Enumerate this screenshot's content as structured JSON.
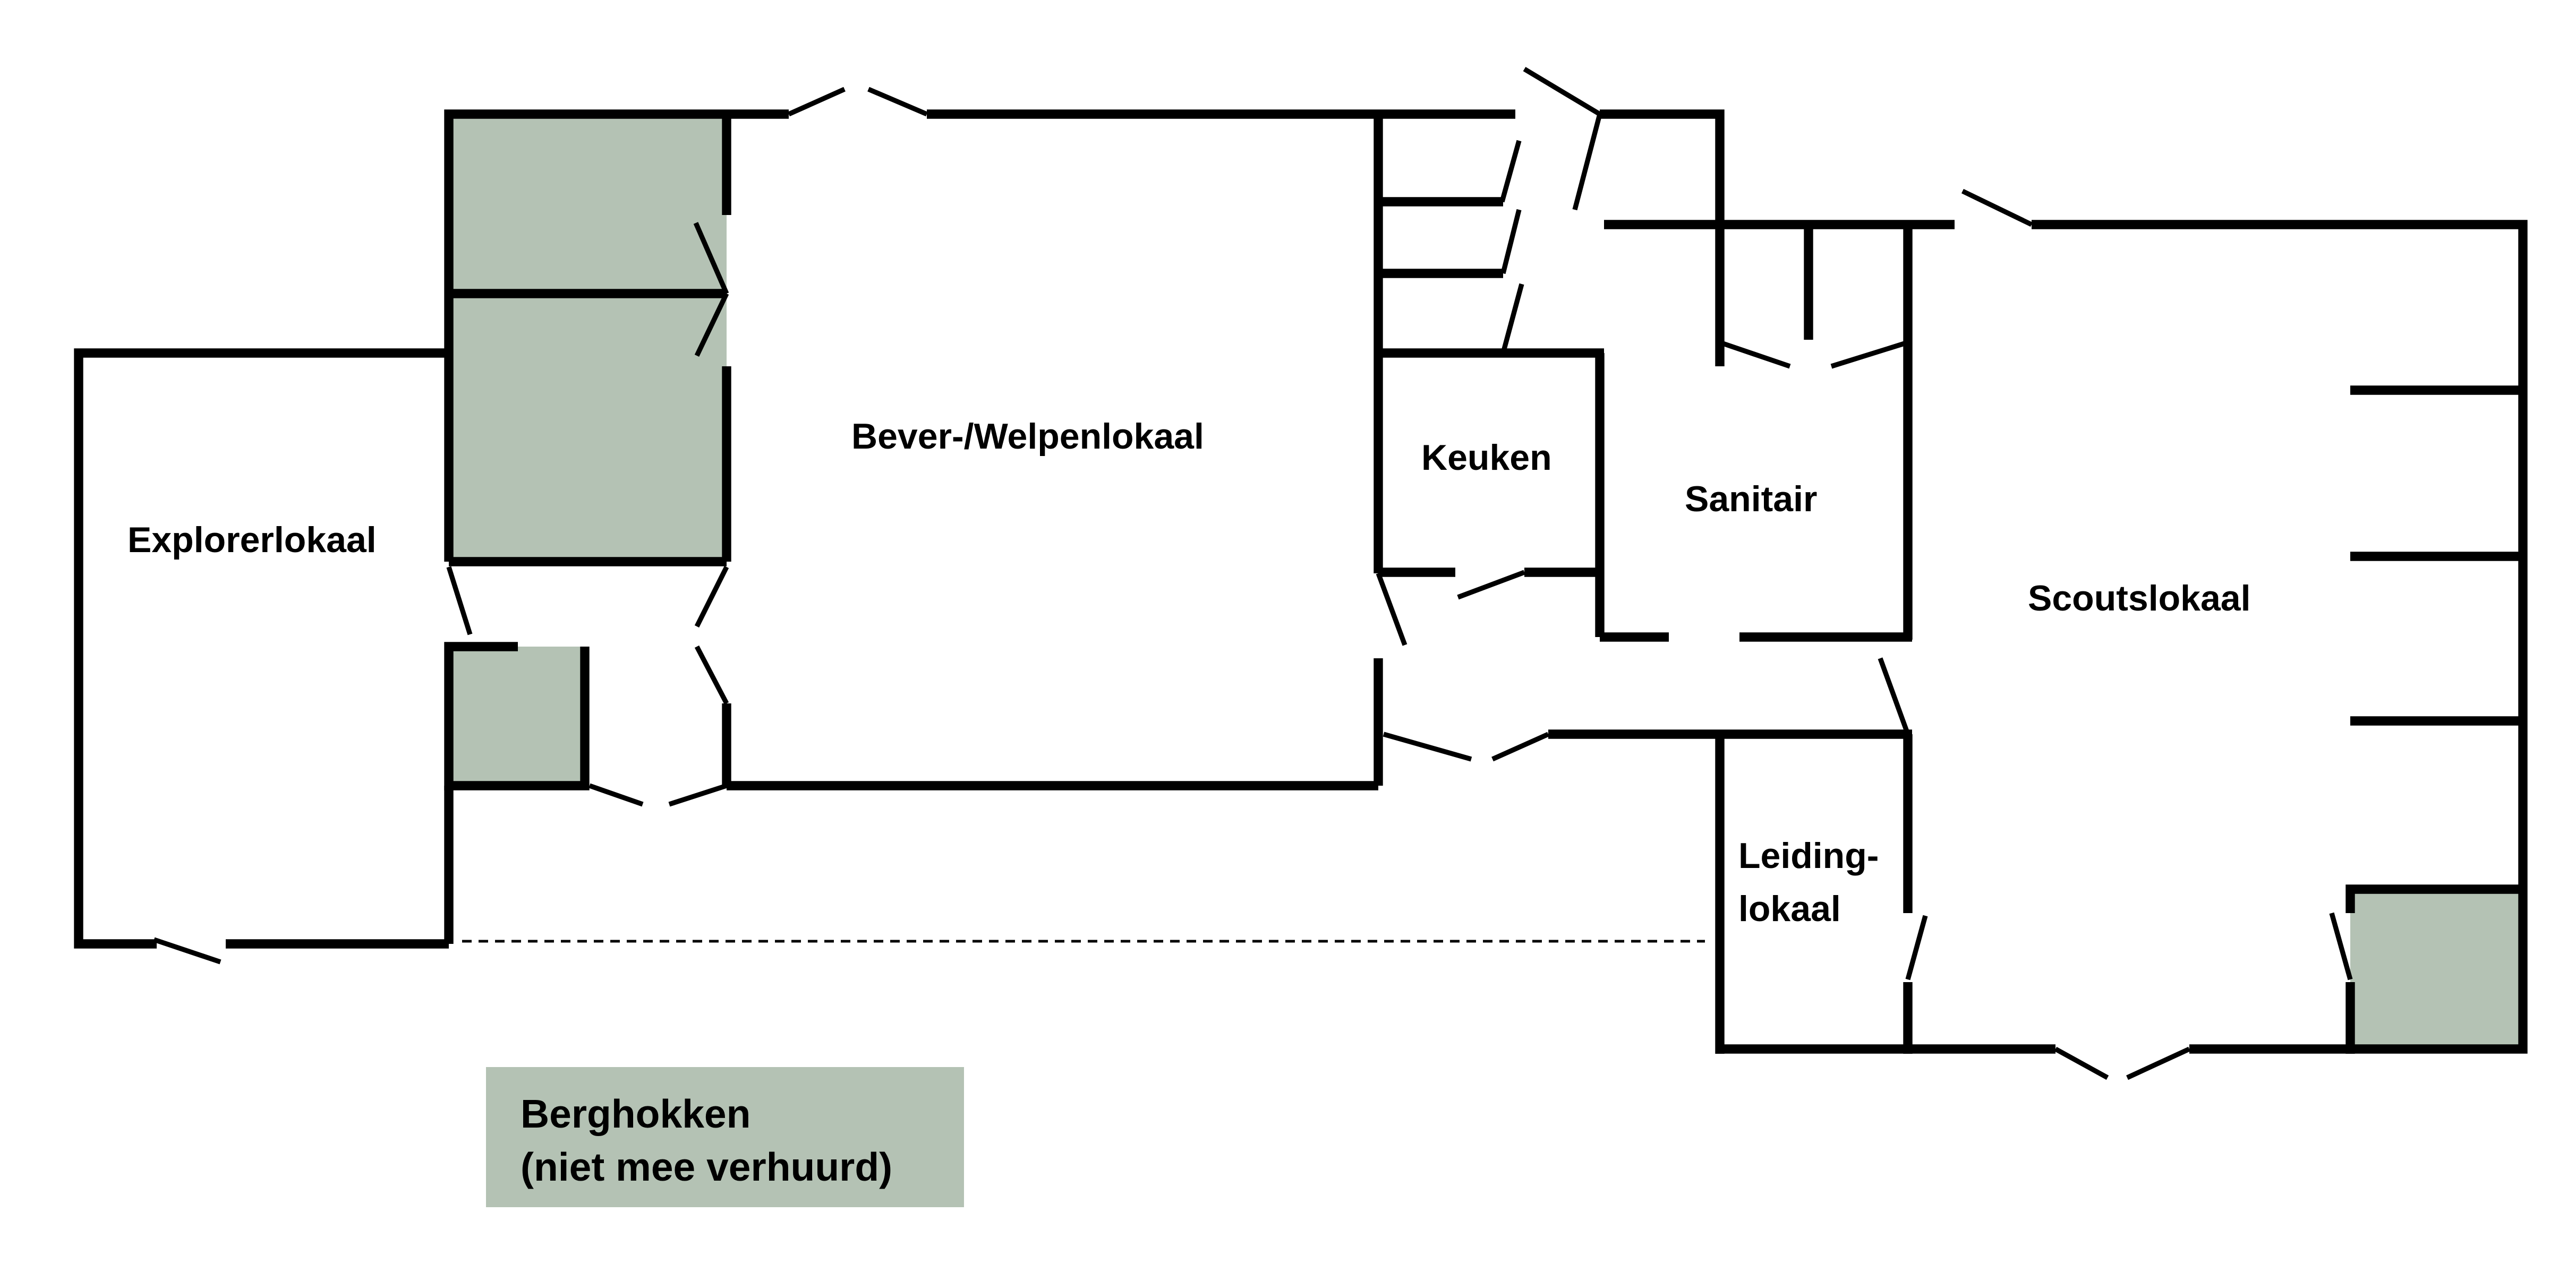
{
  "colors": {
    "storage_fill": "#b4c2b4",
    "wall": "#000000",
    "background": "#ffffff"
  },
  "rooms": {
    "explorer": "Explorerlokaal",
    "bever_welpen": "Bever-/Welpenlokaal",
    "keuken": "Keuken",
    "sanitair": "Sanitair",
    "scouts": "Scoutslokaal",
    "leiding_line1": "Leiding-",
    "leiding_line2": "lokaal"
  },
  "legend": {
    "line1": "Berghokken",
    "line2": "(niet mee verhuurd)"
  }
}
